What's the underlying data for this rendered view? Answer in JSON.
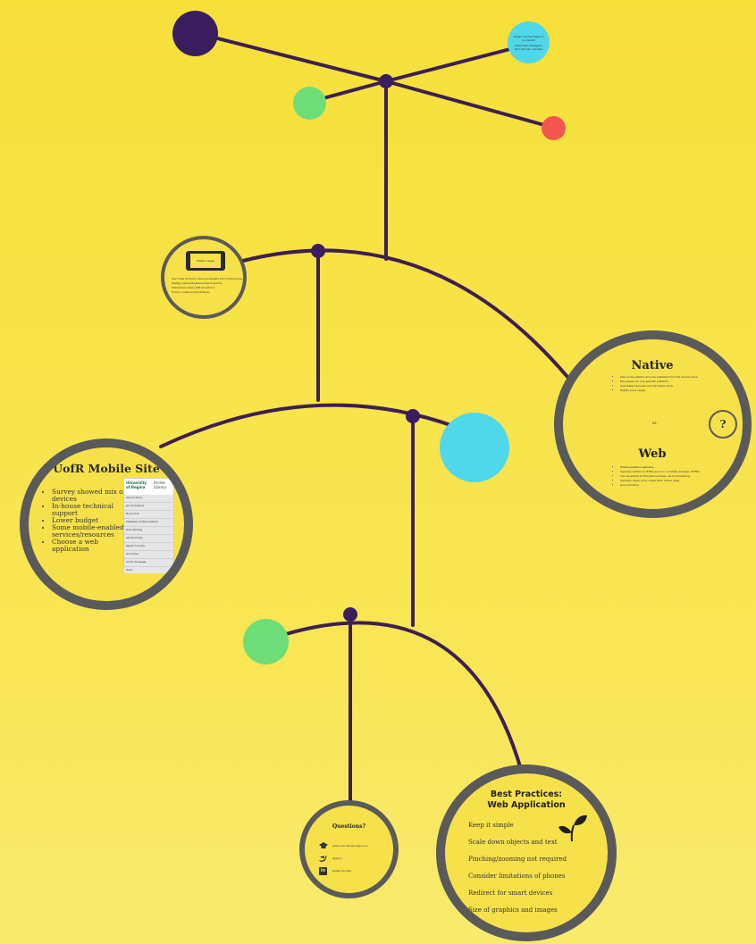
{
  "top_circle": {
    "line1": "Gillian Sinclair Dept of Computer",
    "line2": "Presented at Regina Tech Dinner, Canada"
  },
  "phone_frame": {
    "caption": "Mobile usage",
    "notes": [
      "Goal: make the library resources available from mobile devices",
      "Strategy: build web-based access to services",
      "Stakeholders: library staff and patrons",
      "Timing: consider project timelines"
    ]
  },
  "native": {
    "title": "Native",
    "items": [
      "Like an Iso-station and are installed from the device store",
      "Developed for one specific platform",
      "specialized process and hardware tools",
      "Higher price range"
    ],
    "vs": "vs.",
    "web_title": "Web",
    "web_items": [
      "Mobile-enabled websites",
      "Typically written in HTML and run in mobile browser (HTML)",
      "Can be added to the phone screen via bookmarking",
      "Typically lower price range than native apps",
      "Good solution"
    ],
    "badge": "?"
  },
  "uofr": {
    "title": "UofR Mobile Site",
    "items": [
      "Survey showed mix of devices",
      "In-house technical support",
      "Lower budget",
      "Some mobile-enabled services/resources",
      "Choose a web application"
    ],
    "screenshot": {
      "logo_university": "University of Regina",
      "logo_library": "Archer Library",
      "menu": [
        "Search Library",
        "Journal Subjects",
        "My Account",
        "Databases (mobile-enabled)",
        "Room Booking",
        "Ask the Library",
        "Research Guides",
        "Live Online",
        "Archer Homepage",
        "Hours"
      ]
    }
  },
  "best_practices": {
    "title_line1": "Best Practices:",
    "title_line2": "Web Application",
    "items": [
      "Keep it simple",
      "Scale down objects and text",
      "Pinching/zooming not required",
      "Consider limitations of phones",
      "Redirect for smart devices",
      "Size of graphics and images"
    ]
  },
  "questions": {
    "title": "Questions?",
    "contacts": [
      {
        "icon": "graduation-cap-icon",
        "text": "gillian.sinclair@uregina.ca"
      },
      {
        "icon": "twitter-icon",
        "text": "@gill_s"
      },
      {
        "icon": "linkedin-icon",
        "text": "Gillian Sinclair"
      }
    ]
  },
  "colors": {
    "background": "#f7e03a",
    "line": "#3d1f52",
    "dark_purple": "#3a1d5e",
    "green": "#6ddd78",
    "cyan": "#4fd8ea",
    "red": "#f6554f",
    "ring": "#5a5a5a"
  }
}
